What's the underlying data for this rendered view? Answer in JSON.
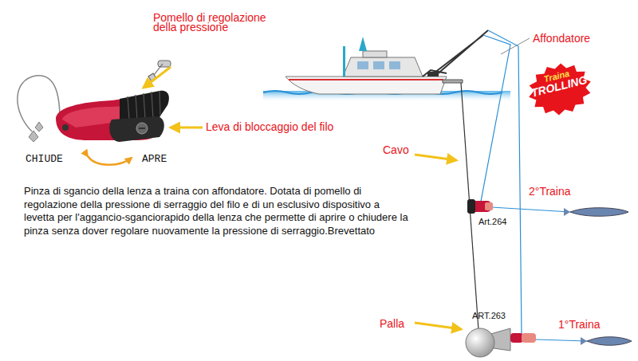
{
  "diagram": {
    "nodes": [
      {
        "text": [
          "Traina",
          "TROLLING"
        ]
      }
    ],
    "labels": [
      "Pomello di regolazione della pressione",
      "Leva di bloccaggio del filo",
      "CHIUDE",
      "APRE",
      "Pinza di sgancio della lenza a traina con affondatore. Dotata di pomello di regolazione della pressione di serraggio del filo e di un esclusivo dispositivo a levetta per l'aggancio-sganciorapido della lenza che permette di aprire o chiudere la pinza senza dover regolare nuovamente la pressione di serraggio.Brevettato",
      "Affondatore",
      "Cavo",
      "2°Traina",
      "Art.264",
      "ART.263",
      "1°Traina",
      "Palla"
    ]
  }
}
